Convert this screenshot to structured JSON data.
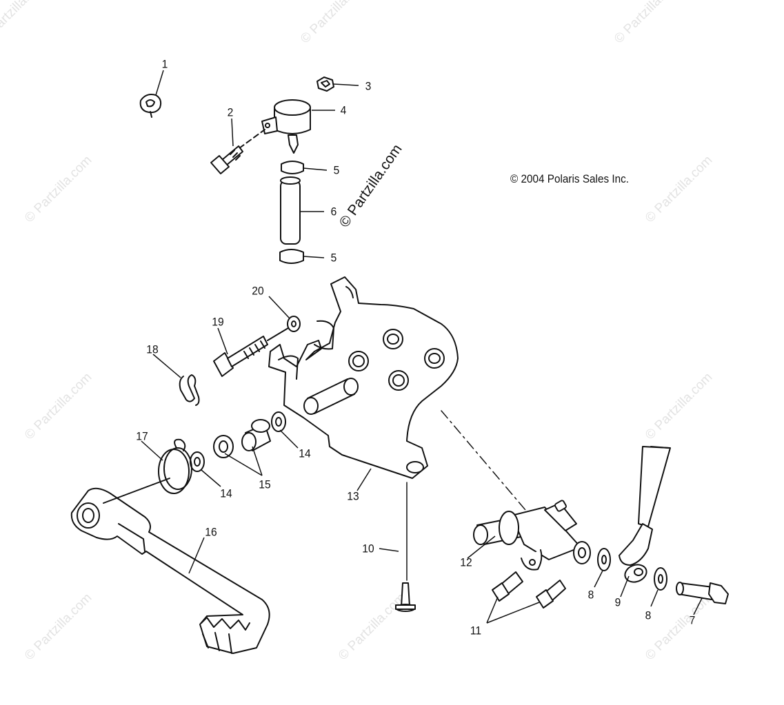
{
  "copyright": "© 2004 Polaris Sales Inc.",
  "watermark_main": "© Partzilla.com",
  "watermark": "© Partzilla.com",
  "callouts": [
    "1",
    "2",
    "3",
    "4",
    "5",
    "6",
    "5",
    "20",
    "19",
    "18",
    "17",
    "14",
    "15",
    "14",
    "13",
    "16",
    "10",
    "12",
    "11",
    "8",
    "9",
    "8",
    "7"
  ]
}
